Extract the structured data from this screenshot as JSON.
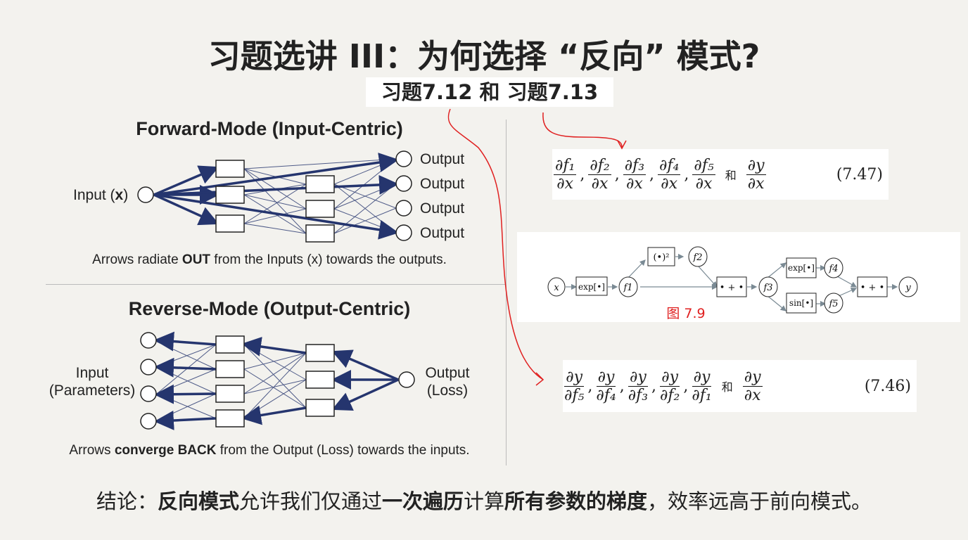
{
  "title": "习题选讲 III：为何选择 “反向” 模式?",
  "subtitle": "习题7.12 和 习题7.13",
  "forward": {
    "title": "Forward-Mode (Input-Centric)",
    "input_label": "Input (x)",
    "input_pre": "Input (",
    "input_bold": "x",
    "input_post": ")",
    "outputs": [
      "Output",
      "Output",
      "Output",
      "Output"
    ],
    "caption_pre": "Arrows radiate ",
    "caption_bold": "OUT",
    "caption_post": " from the Inputs (x) towards the outputs."
  },
  "reverse": {
    "title": "Reverse-Mode (Output-Centric)",
    "input_line1": "Input",
    "input_line2": "(Parameters)",
    "output_line1": "Output",
    "output_line2": "(Loss)",
    "caption_pre": "Arrows ",
    "caption_bold": "converge BACK",
    "caption_post": " from the Output (Loss) towards the inputs."
  },
  "eq_747": {
    "terms": [
      [
        "∂f₁",
        "∂x"
      ],
      [
        "∂f₂",
        "∂x"
      ],
      [
        "∂f₃",
        "∂x"
      ],
      [
        "∂f₄",
        "∂x"
      ],
      [
        "∂f₅",
        "∂x"
      ]
    ],
    "and": "和",
    "last": [
      "∂y",
      "∂x"
    ],
    "number": "(7.47)"
  },
  "eq_746": {
    "terms": [
      [
        "∂y",
        "∂f₅"
      ],
      [
        "∂y",
        "∂f₄"
      ],
      [
        "∂y",
        "∂f₃"
      ],
      [
        "∂y",
        "∂f₂"
      ],
      [
        "∂y",
        "∂f₁"
      ]
    ],
    "and": "和",
    "last": [
      "∂y",
      "∂x"
    ],
    "number": "(7.46)"
  },
  "figure": {
    "caption": "图 7.9",
    "nodes": {
      "x": "x",
      "exp1": "exp[•]",
      "f1": "f1",
      "sq": "(•)²",
      "f2": "f2",
      "add1": "• + •",
      "f3": "f3",
      "exp2": "exp[•]",
      "f4": "f4",
      "sin": "sin[•]",
      "f5": "f5",
      "add2": "• + •",
      "y": "y"
    }
  },
  "conclusion": {
    "p1": "结论：",
    "b1": "反向模式",
    "p2": "允许我们仅通过",
    "b2": "一次遍历",
    "p3": "计算",
    "b3": "所有参数的梯度",
    "p4": "，效率远高于前向模式。"
  },
  "colors": {
    "arrow": "#25356e",
    "annotation": "#e02020"
  }
}
